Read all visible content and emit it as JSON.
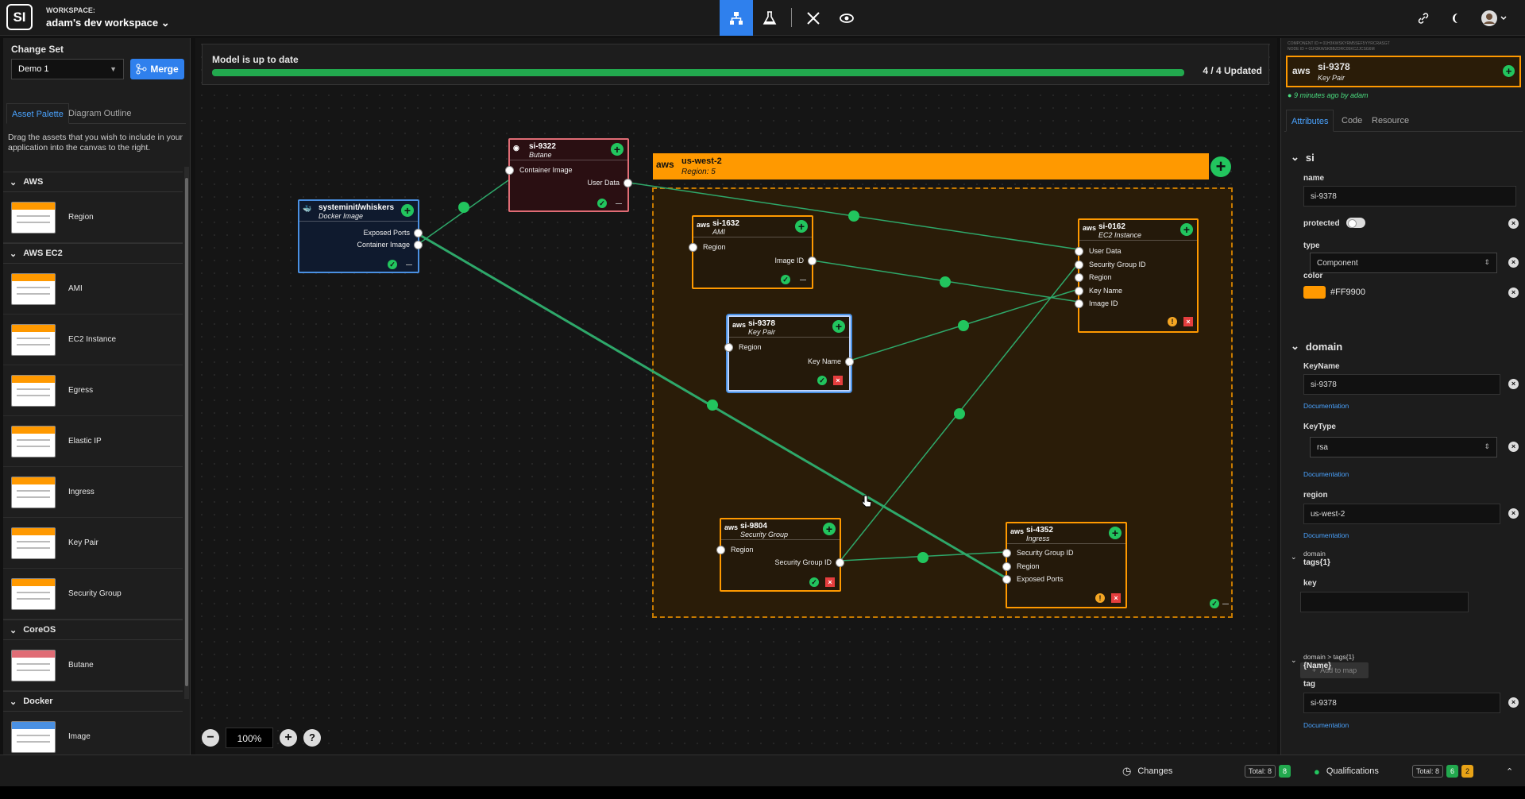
{
  "topbar": {
    "logo": "SI",
    "workspace_label": "WORKSPACE:",
    "workspace_name": "adam's dev workspace ⌄"
  },
  "left": {
    "change_set_title": "Change Set",
    "change_set_value": "Demo 1",
    "merge_label": "Merge",
    "tabs": [
      "Asset Palette",
      "Diagram Outline"
    ],
    "description": "Drag the assets that you wish to include in your application into the canvas to the right.",
    "categories": [
      {
        "name": "AWS",
        "assets": [
          "Region"
        ]
      },
      {
        "name": "AWS EC2",
        "assets": [
          "AMI",
          "EC2 Instance",
          "Egress",
          "Elastic IP",
          "Ingress",
          "Key Pair",
          "Security Group"
        ]
      },
      {
        "name": "CoreOS",
        "assets": [
          "Butane"
        ]
      },
      {
        "name": "Docker",
        "assets": [
          "Image"
        ]
      }
    ]
  },
  "canvas": {
    "status_title": "Model is up to date",
    "progress_text": "4 / 4 Updated",
    "progress_fraction": 1.0,
    "region": {
      "name": "us-west-2",
      "subtitle": "Region: 5"
    },
    "nodes": {
      "docker": {
        "name": "systeminit/whiskers",
        "subtitle": "Docker Image",
        "sockets": [
          "Exposed Ports",
          "Container Image"
        ]
      },
      "butane": {
        "name": "si-9322",
        "subtitle": "Butane",
        "sockets": [
          "Container Image",
          "User Data"
        ]
      },
      "ami": {
        "name": "si-1632",
        "subtitle": "AMI",
        "sockets": [
          "Region",
          "Image ID"
        ]
      },
      "ec2": {
        "name": "si-0162",
        "subtitle": "EC2 Instance",
        "sockets": [
          "User Data",
          "Security Group ID",
          "Region",
          "Key Name",
          "Image ID"
        ]
      },
      "keypair": {
        "name": "si-9378",
        "subtitle": "Key Pair",
        "sockets": [
          "Region",
          "Key Name"
        ]
      },
      "sg": {
        "name": "si-9804",
        "subtitle": "Security Group",
        "sockets": [
          "Region",
          "Security Group ID"
        ]
      },
      "ingress": {
        "name": "si-4352",
        "subtitle": "Ingress",
        "sockets": [
          "Security Group ID",
          "Region",
          "Exposed Ports"
        ]
      }
    },
    "zoom": "100%"
  },
  "right": {
    "component_id_line": "COMPONENT ID = 01H3KWSKYRM5SEF5YYRCRASGT",
    "node_id_line": "NODE ID = 01H3KWSKBBZDRC05KCZJCSG6M",
    "component_name": "si-9378",
    "component_type": "Key Pair",
    "updated": "9 minutes ago by adam",
    "tabs": [
      "Attributes",
      "Code",
      "Resource"
    ],
    "sections": {
      "si": "si",
      "domain": "domain",
      "tags_path": "domain",
      "tags_title": "tags{1}",
      "name_path": "domain > tags{1}",
      "name_title": "{Name}"
    },
    "fields": {
      "name_label": "name",
      "name_value": "si-9378",
      "protected_label": "protected",
      "type_label": "type",
      "type_value": "Component",
      "color_label": "color",
      "color_value": "#FF9900",
      "keyname_label": "KeyName",
      "keyname_value": "si-9378",
      "keytype_label": "KeyType",
      "keytype_value": "rsa",
      "region_label": "region",
      "region_value": "us-west-2",
      "key_label": "key",
      "key_value": "",
      "add_to_map": "Add to map",
      "tag_label": "tag",
      "tag_value": "si-9378",
      "doc": "Documentation"
    }
  },
  "bottom": {
    "changes_label": "Changes",
    "changes_total": "Total: 8",
    "changes_ok": "8",
    "qual_label": "Qualifications",
    "qual_total": "Total: 8",
    "qual_ok": "6",
    "qual_warn": "2"
  }
}
